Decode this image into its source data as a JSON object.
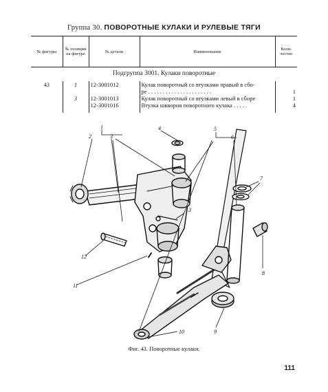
{
  "header": {
    "group_prefix": "Группа 30.",
    "group_title": "ПОВОРОТНЫЕ КУЛАКИ И РУЛЕВЫЕ ТЯГИ"
  },
  "table": {
    "columns": [
      "№ фигуры",
      "№ позиции на фигуре",
      "№ детали",
      "Наименование",
      "Коли-чество"
    ],
    "subgroup": "Подгруппа 3001. Кулаки поворотные",
    "rows": [
      {
        "fig": "43",
        "pos": "1",
        "part": "12-3001012",
        "name": "Кулак поворотный со втулками правый в сбо-",
        "qty": ""
      },
      {
        "fig": "",
        "pos": "",
        "part": "",
        "name": "ре . . . . . . . . . . . . . . . . . . . . . .",
        "qty": "1"
      },
      {
        "fig": "",
        "pos": "3",
        "part": "12-3001013",
        "name": "Кулак поворотный со втулками левый в сборе",
        "qty": "1"
      },
      {
        "fig": "",
        "pos": "",
        "part": "12-3001016",
        "name": "Втулка шкворня поворотного кулака . . . . .",
        "qty": "4"
      }
    ]
  },
  "figure": {
    "labels": [
      "1",
      "2",
      "3",
      "4",
      "5",
      "6",
      "7",
      "8",
      "9",
      "10",
      "11",
      "12",
      "13"
    ],
    "caption": "Фиг. 43. Поворотные кулаки."
  },
  "page_number": "111"
}
